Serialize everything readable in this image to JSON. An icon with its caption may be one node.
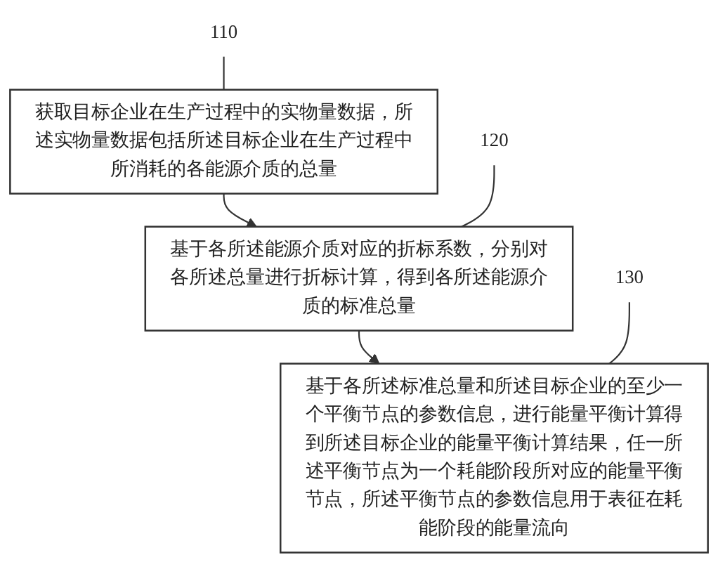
{
  "diagram": {
    "nodes": [
      {
        "text": [
          "获取目标企业在生产过程中的实物量数据，所述实物量数据包括所述目标企业在生产过程中所消耗的各能源介质的总量"
        ]
      },
      {
        "text": [
          "基于各所述能源介质对应的折标系数，分别对各所述总量进行折标计算，得到各所述能源介质的标准总量"
        ]
      },
      {
        "text": [
          "基于各所述标准总量和所述目标企业的至少一个平衡节点的参数信息，进行能量平衡计算得到所述目标企业的能量平衡计算结果，任一所述平衡节点为一个耗能阶段所对应的能量平衡节点，所述平衡节点的参数信息用于表征在耗能阶段的能量流向"
        ]
      },
      {
        "text": [
          "110"
        ]
      },
      {
        "text": [
          "120"
        ]
      },
      {
        "text": [
          "130"
        ]
      }
    ],
    "edges": [
      {
        "from": 0,
        "to": 1,
        "arrow": "to"
      },
      {
        "from": 1,
        "to": 2,
        "arrow": "to"
      },
      {
        "from": 3,
        "to": 0,
        "arrow": "none"
      },
      {
        "from": 4,
        "to": 1,
        "arrow": "none"
      },
      {
        "from": 5,
        "to": 2,
        "arrow": "none"
      }
    ]
  }
}
